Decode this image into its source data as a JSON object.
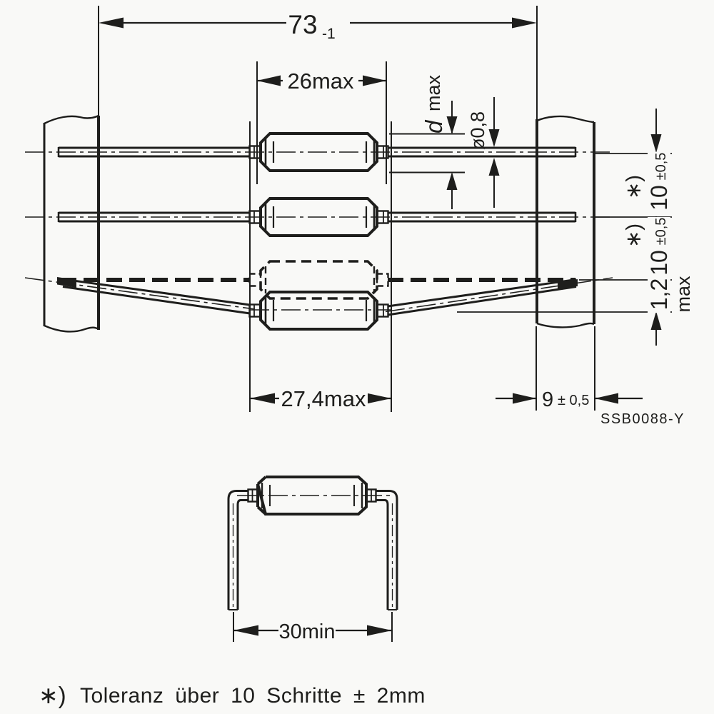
{
  "meta": {
    "code": "SSB0088-Y",
    "colors": {
      "ink": "#1e1e1c",
      "paper": "#f9f9f7"
    }
  },
  "dimensions": {
    "total_length": {
      "value": "73",
      "tolerance": "-1"
    },
    "body_length_max": "26max",
    "body_diameter": {
      "symbol": "d",
      "suffix": "max"
    },
    "lead_diameter": "ø0,8",
    "step_upper": {
      "note": "∗)",
      "value": "10",
      "tolerance": "±0,5"
    },
    "step_lower": {
      "note": "∗)",
      "value": "10",
      "tolerance": "±0,5"
    },
    "offset_max": {
      "value": "1,2",
      "suffix": "max"
    },
    "taped_length_max": "27,4max",
    "tape_width": {
      "value": "9",
      "tolerance": "± 0,5"
    },
    "lead_span_min": "30min"
  },
  "footnote": {
    "mark": "∗)",
    "text": "Toleranz über 10 Schritte ± 2mm"
  }
}
